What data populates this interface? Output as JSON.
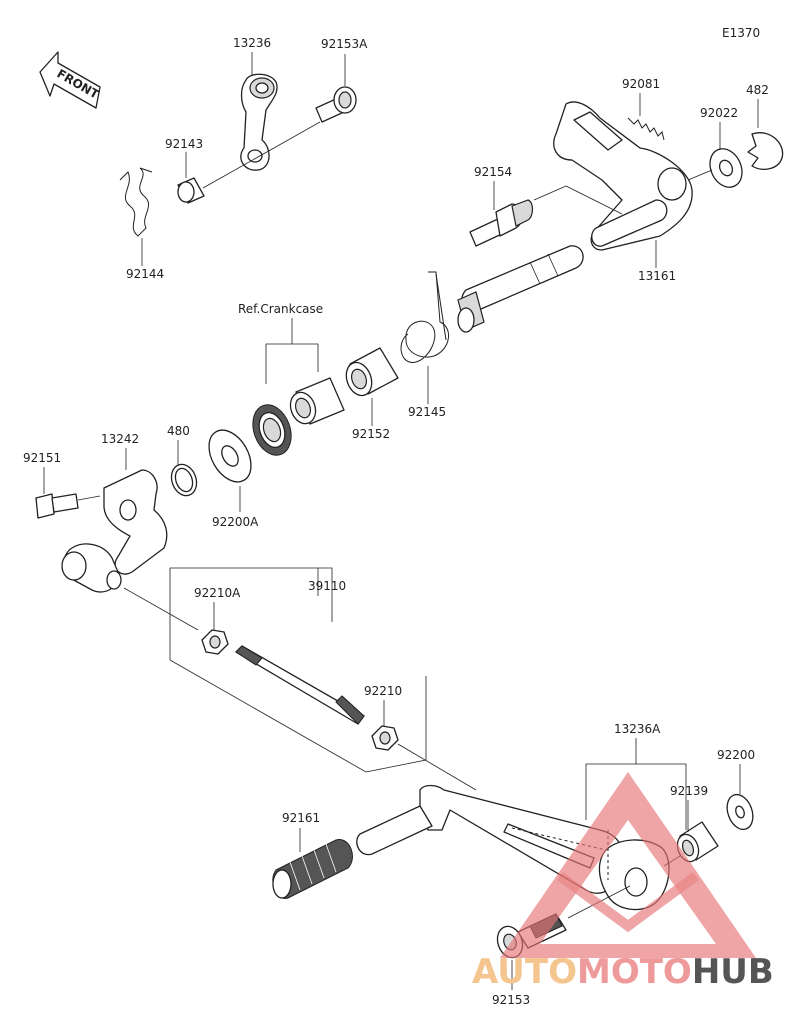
{
  "diagram_code": "E1370",
  "front_label": "FRONT",
  "ref_note": "Ref.Crankcase",
  "part_numbers": {
    "p13236": "13236",
    "p92153A": "92153A",
    "p92143": "92143",
    "p92144": "92144",
    "p92081": "92081",
    "p482": "482",
    "p92022": "92022",
    "p92154": "92154",
    "p13161": "13161",
    "p92145": "92145",
    "p92152": "92152",
    "p13242": "13242",
    "p480": "480",
    "p92151": "92151",
    "p92200A": "92200A",
    "p39110": "39110",
    "p92210A": "92210A",
    "p92210": "92210",
    "p13236A": "13236A",
    "p92200": "92200",
    "p92139": "92139",
    "p92161": "92161",
    "p92153": "92153"
  },
  "watermark": {
    "word_a": "AUTO",
    "word_b": "MOTO",
    "word_c": "HUB",
    "color_a": "#f5c58f",
    "color_b": "#ef9a9a",
    "color_c": "#555555"
  }
}
